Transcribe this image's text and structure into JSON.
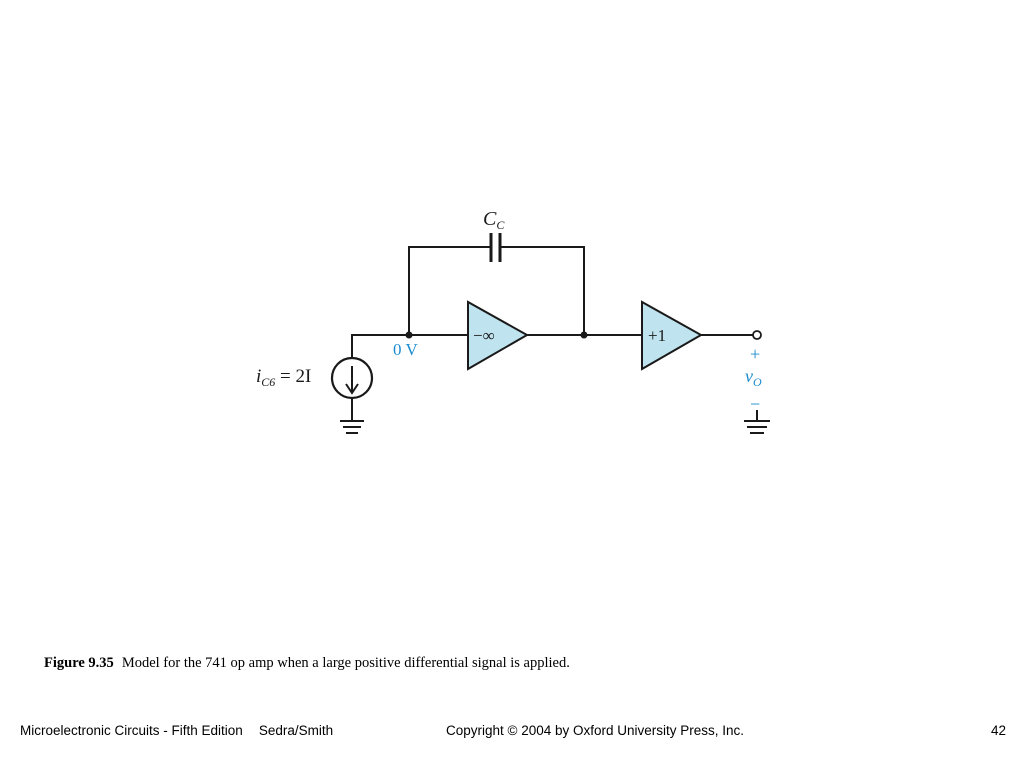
{
  "diagram": {
    "capacitor_label": "C",
    "capacitor_sub": "C",
    "node_voltage": "0 V",
    "opamp_gain": "−∞",
    "buffer_gain": "+1",
    "source_label_i": "i",
    "source_label_sub": "C6",
    "source_label_value": " = 2I",
    "output_plus": "+",
    "output_v": "v",
    "output_sub": "O",
    "output_minus": "−",
    "colors": {
      "accent": "#1a8ccf",
      "amp_fill": "#bfe3ef",
      "line": "#1a1a1a"
    }
  },
  "caption": {
    "figure_number": "Figure 9.35",
    "text": "Model for the 741 op amp when a large positive differential signal is applied."
  },
  "footer": {
    "book": "Microelectronic Circuits - Fifth Edition",
    "authors": "Sedra/Smith",
    "copyright": "Copyright © 2004 by Oxford University Press, Inc.",
    "page": "42"
  }
}
